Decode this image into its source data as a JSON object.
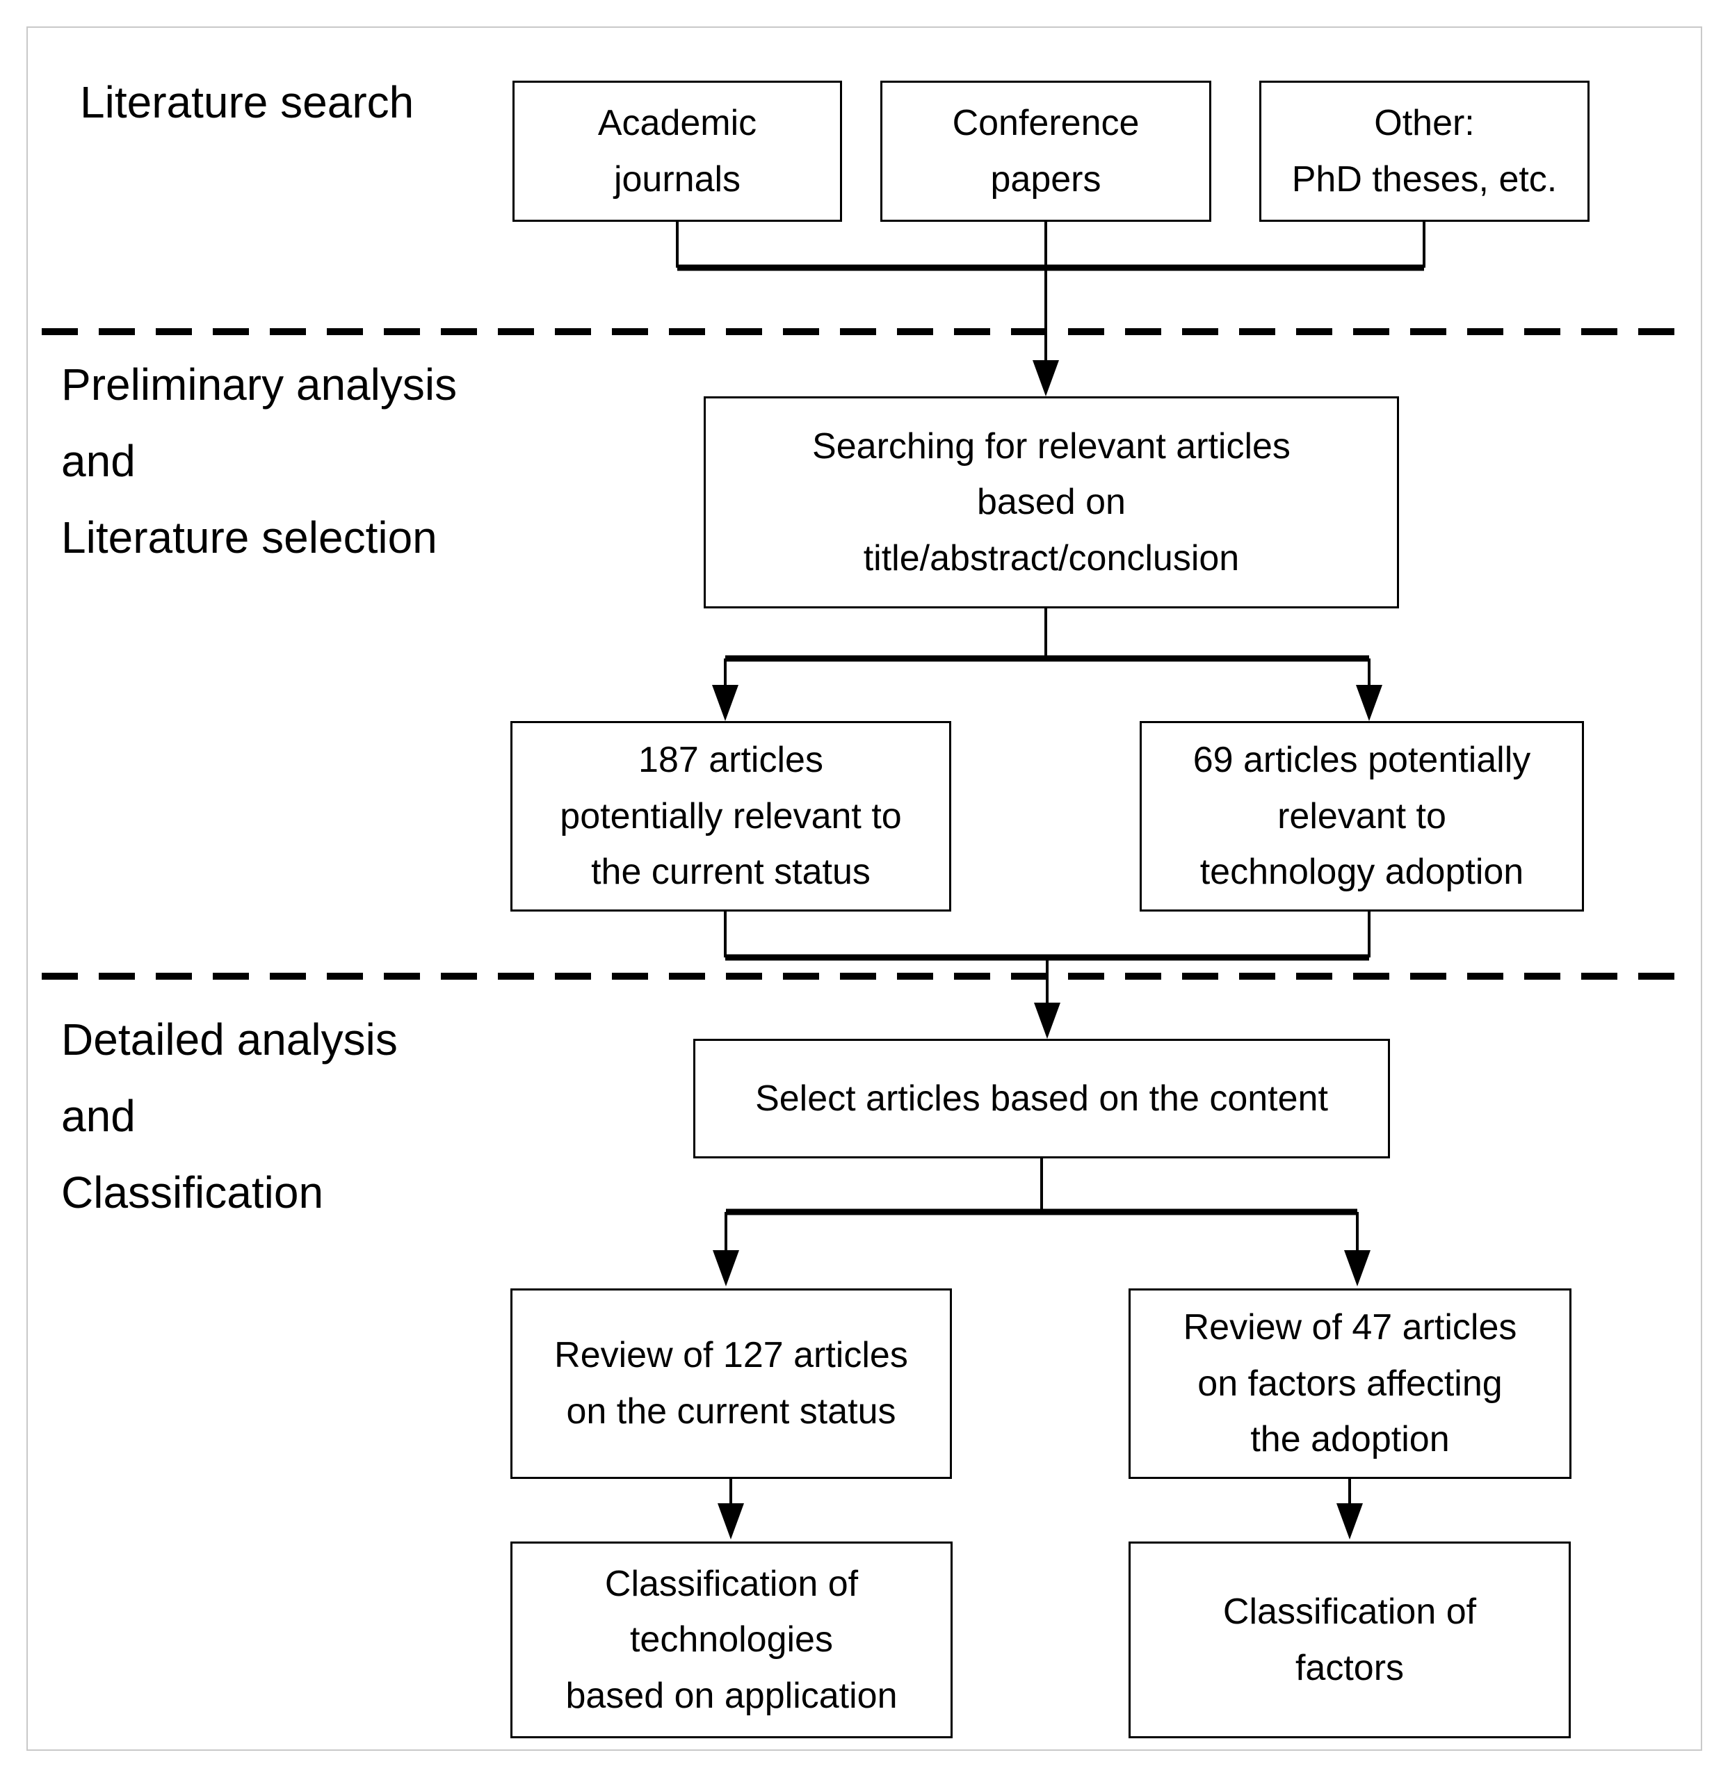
{
  "figure": {
    "title_hint": "Literature review methodology flowchart",
    "colors": {
      "line": "#000000",
      "text": "#000000",
      "frame": "#c9c9c9",
      "background": "#ffffff"
    },
    "section_labels": [
      {
        "text": "Literature search"
      },
      {
        "text": "Preliminary analysis\nand\nLiterature selection"
      },
      {
        "text": "Detailed analysis\nand\nClassification"
      }
    ],
    "nodes": {
      "academic": "Academic\njournals",
      "conference": "Conference\npapers",
      "other": "Other:\nPhD theses, etc.",
      "searching": "Searching for relevant articles\nbased on\ntitle/abstract/conclusion",
      "relevant_187": "187 articles\npotentially relevant to\nthe current status",
      "relevant_69": "69 articles potentially\nrelevant to\ntechnology adoption",
      "select_content": "Select articles based on the content",
      "review_127": "Review of 127 articles\non the current status",
      "review_47": "Review of 47 articles\non factors affecting\nthe adoption",
      "class_tech": "Classification of\ntechnologies\nbased on application",
      "class_factors": "Classification of\nfactors"
    }
  }
}
